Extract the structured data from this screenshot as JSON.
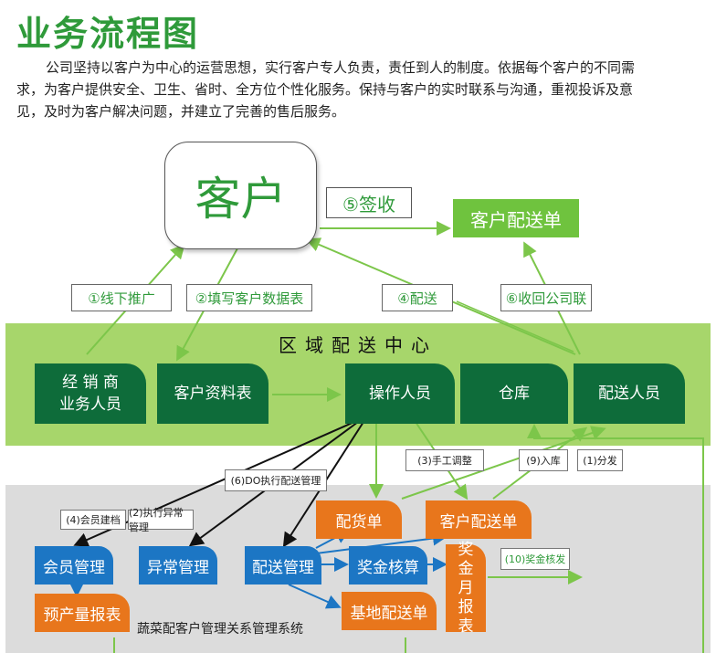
{
  "title": "业务流程图",
  "intro": "公司坚持以客户为中心的运营思想，实行客户专人负责，责任到人的制度。依据每个客户的不同需求，为客户提供安全、卫生、省时、全方位个性化服务。保持与客户的实时联系与沟通，重视投诉及意见，及时为客户解决问题，并建立了完善的售后服务。",
  "customer": "客户",
  "sign": "⑤签收",
  "customer_order": "客户配送单",
  "steps": {
    "s1": "①线下推广",
    "s2": "②填写客户数据表",
    "s4": "④配送",
    "s6": "⑥收回公司联"
  },
  "center": {
    "title": "区域配送中心",
    "sales_line1": "经 销 商",
    "sales_line2": "业务人员",
    "customer_info": "客户资料表",
    "operator": "操作人员",
    "warehouse": "仓库",
    "delivery_staff": "配送人员"
  },
  "small_tags": {
    "do_manage": "(6)DO执行配送管理",
    "member_file": "(4)会员建档",
    "exception_exec": "(2)执行异常管理",
    "manual_adjust": "(3)手工调整",
    "stock_in": "(9)入库",
    "dispatch": "(1)分发",
    "bonus_issue": "(10)奖金核发"
  },
  "system": {
    "member_mgmt": "会员管理",
    "exception_mgmt": "异常管理",
    "delivery_mgmt": "配送管理",
    "bonus_calc": "奖金核算",
    "bonus_month_chars": [
      "奖",
      "金",
      "月",
      "报",
      "表"
    ],
    "forecast_report": "预产量报表",
    "base_order": "基地配送单",
    "picking_order": "配货单",
    "cust_order": "客户配送单",
    "system_name": "蔬菜配客户管理关系管理系统"
  },
  "colors": {
    "title_green": "#2f9a3a",
    "band_green": "#a7d66b",
    "dark_green": "#0e6c3a",
    "light_green": "#6fc33e",
    "orange": "#e8761c",
    "blue": "#1c76c4",
    "gray": "#dcdcdc"
  }
}
